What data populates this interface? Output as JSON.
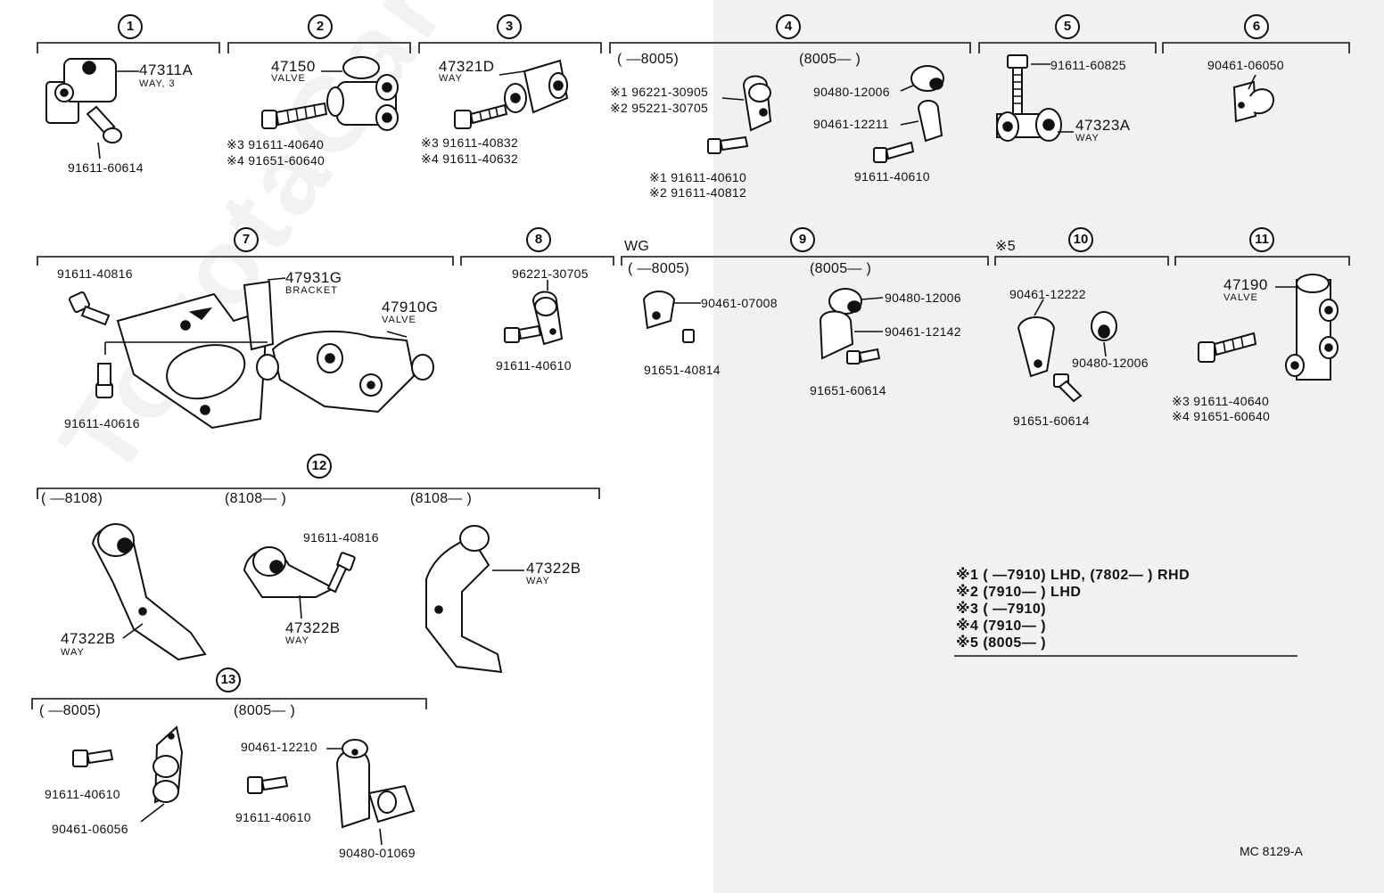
{
  "watermark": "ToyotaCarMine.ru",
  "code": "MC 8129-A",
  "sections": {
    "s1": {
      "num": "1",
      "labels": [
        "47311A",
        "WAY, 3",
        "91611-60614"
      ]
    },
    "s2": {
      "num": "2",
      "labels": [
        "47150",
        "VALVE",
        "※3 91611-40640",
        "※4 91651-60640"
      ]
    },
    "s3": {
      "num": "3",
      "labels": [
        "47321D",
        "WAY",
        "※3 91611-40832",
        "※4 91611-40632"
      ]
    },
    "s4": {
      "num": "4",
      "range_a": "( —8005)",
      "range_b": "(8005— )",
      "labels": [
        "※1 96221-30905",
        "※2 95221-30705",
        "※1 91611-40610",
        "※2 91611-40812",
        "90480-12006",
        "90461-12211",
        "91611-40610"
      ]
    },
    "s5": {
      "num": "5",
      "labels": [
        "91611-60825",
        "47323A",
        "WAY"
      ]
    },
    "s6": {
      "num": "6",
      "labels": [
        "90461-06050"
      ]
    },
    "s7": {
      "num": "7",
      "labels": [
        "91611-40816",
        "47931G",
        "BRACKET",
        "47910G",
        "VALVE",
        "91611-40616"
      ]
    },
    "s8": {
      "num": "8",
      "labels": [
        "96221-30705",
        "91611-40610"
      ]
    },
    "s9": {
      "num": "9",
      "prefix": "WG",
      "range_a": "( —8005)",
      "range_b": "(8005— )",
      "labels": [
        "90461-07008",
        "91651-40814",
        "90480-12006",
        "90461-12142",
        "91651-60614"
      ]
    },
    "s10": {
      "num": "10",
      "prefix": "※5",
      "labels": [
        "90461-12222",
        "90480-12006",
        "91651-60614"
      ]
    },
    "s11": {
      "num": "11",
      "labels": [
        "47190",
        "VALVE",
        "※3 91611-40640",
        "※4 91651-60640"
      ]
    },
    "s12": {
      "num": "12",
      "range_a": "( —8108)",
      "range_b": "(8108— )",
      "range_c": "(8108— )",
      "labels": [
        "47322B",
        "WAY",
        "91611-40816",
        "47322B",
        "WAY",
        "47322B",
        "WAY"
      ]
    },
    "s13": {
      "num": "13",
      "range_a": "( —8005)",
      "range_b": "(8005— )",
      "labels": [
        "91611-40610",
        "90461-06056",
        "90461-12210",
        "91611-40610",
        "90480-01069"
      ]
    }
  },
  "notes": [
    "※1 (        —7910)  LHD,  (7802—        ) RHD",
    "※2 (7910—        ) LHD",
    "※3 (        —7910)",
    "※4 (7910—        )",
    "※5 (8005—        )"
  ]
}
